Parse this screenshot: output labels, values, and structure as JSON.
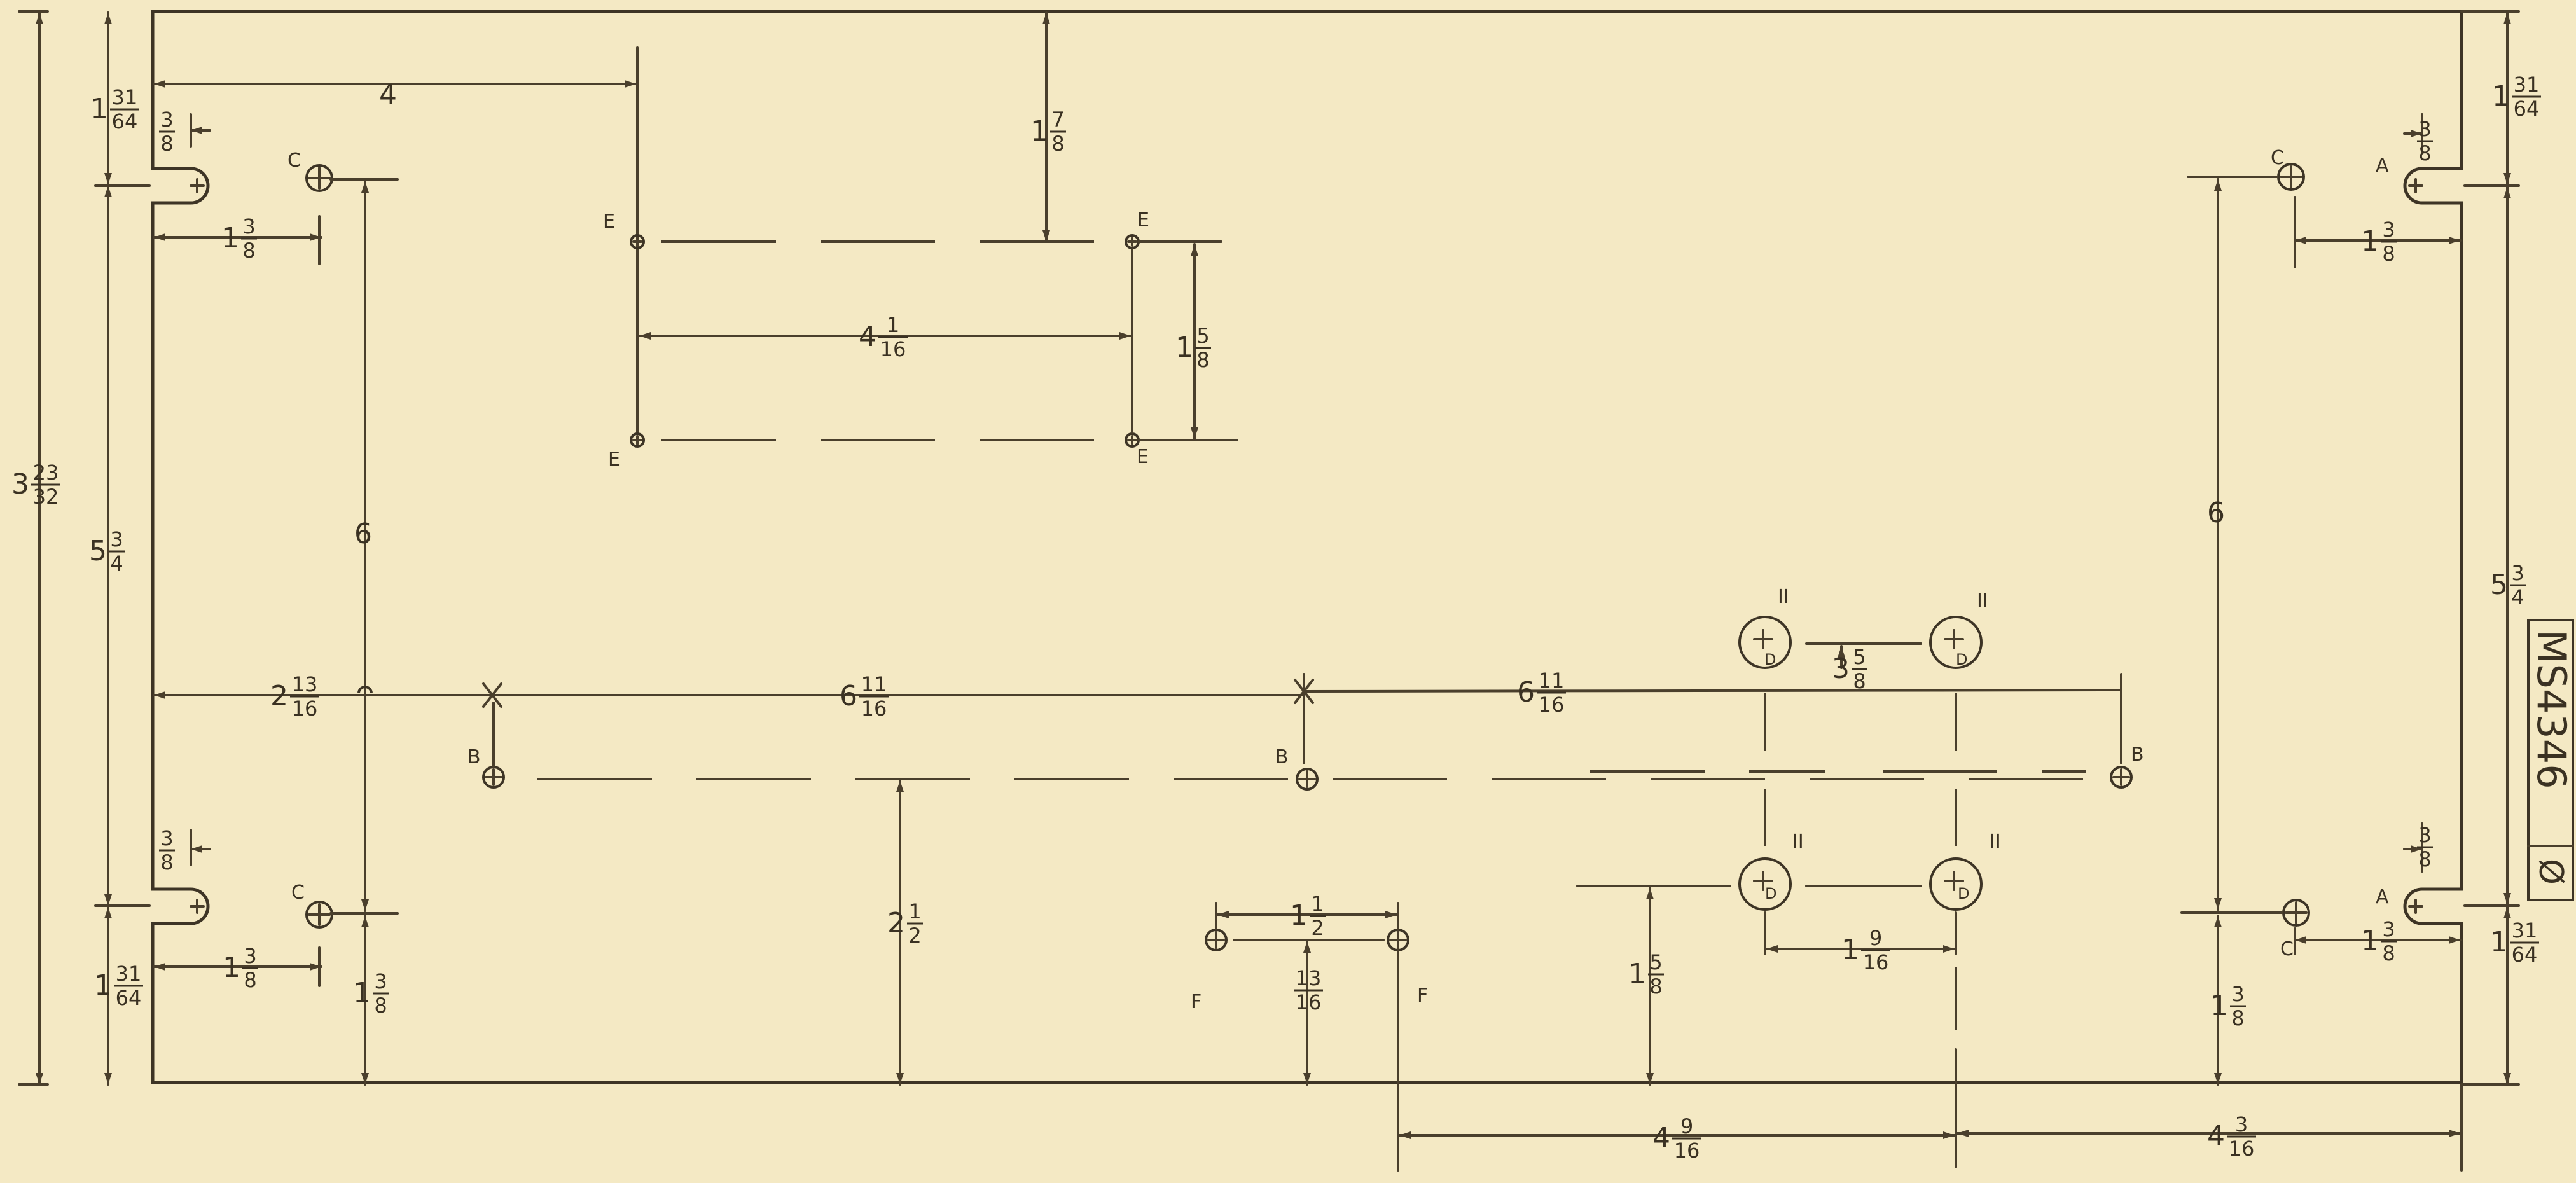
{
  "drawing_number": "MS4346",
  "revision_mark": "Ø",
  "labels": {
    "a": "A",
    "b": "B",
    "c": "C",
    "d": "D",
    "e": "E",
    "f": "F",
    "ii": "II"
  },
  "dimensions": {
    "overall_height": {
      "whole": "3",
      "num": "23",
      "den": "32"
    },
    "left_top_edge": {
      "whole": "1",
      "num": "31",
      "den": "64"
    },
    "left_bottom_edge": {
      "whole": "1",
      "num": "31",
      "den": "64"
    },
    "left_slot_span": {
      "whole": "5",
      "num": "3",
      "den": "4"
    },
    "left_slot_width_top": {
      "whole": "",
      "num": "3",
      "den": "8"
    },
    "left_slot_width_bottom": {
      "whole": "",
      "num": "3",
      "den": "8"
    },
    "left_c_offset_top": {
      "whole": "1",
      "num": "3",
      "den": "8"
    },
    "left_c_offset_bottom": {
      "whole": "1",
      "num": "3",
      "den": "8"
    },
    "left_c_span": {
      "whole": "6",
      "num": "",
      "den": ""
    },
    "left_c_bottom": {
      "whole": "1",
      "num": "3",
      "den": "8"
    },
    "to_e_holes": {
      "whole": "4",
      "num": "",
      "den": ""
    },
    "top_to_e": {
      "whole": "1",
      "num": "7",
      "den": "8"
    },
    "e_horizontal": {
      "whole": "4",
      "num": "1",
      "den": "16"
    },
    "e_vertical": {
      "whole": "1",
      "num": "5",
      "den": "8"
    },
    "to_first_b": {
      "whole": "2",
      "num": "13",
      "den": "16"
    },
    "b_spacing_1": {
      "whole": "6",
      "num": "11",
      "den": "16"
    },
    "b_spacing_2": {
      "whole": "6",
      "num": "11",
      "den": "16"
    },
    "b_to_bottom": {
      "whole": "2",
      "num": "1",
      "den": "2"
    },
    "f_spacing": {
      "whole": "1",
      "num": "1",
      "den": "2"
    },
    "f_to_bottom": {
      "whole": "",
      "num": "13",
      "den": "16"
    },
    "d_vertical": {
      "whole": "3",
      "num": "5",
      "den": "8"
    },
    "d_to_bottom": {
      "whole": "1",
      "num": "5",
      "den": "8"
    },
    "d_horizontal": {
      "whole": "1",
      "num": "9",
      "den": "16"
    },
    "bottom_left_run": {
      "whole": "4",
      "num": "9",
      "den": "16"
    },
    "bottom_right_run": {
      "whole": "4",
      "num": "3",
      "den": "16"
    },
    "right_top_edge": {
      "whole": "1",
      "num": "31",
      "den": "64"
    },
    "right_bottom_edge": {
      "whole": "1",
      "num": "31",
      "den": "64"
    },
    "right_slot_span": {
      "whole": "5",
      "num": "3",
      "den": "4"
    },
    "right_slot_width_top": {
      "whole": "",
      "num": "3",
      "den": "8"
    },
    "right_slot_width_bottom": {
      "whole": "",
      "num": "3",
      "den": "8"
    },
    "right_c_offset_top": {
      "whole": "1",
      "num": "3",
      "den": "8"
    },
    "right_c_offset_bottom": {
      "whole": "1",
      "num": "3",
      "den": "8"
    },
    "right_c_span": {
      "whole": "6",
      "num": "",
      "den": ""
    },
    "right_c_bottom": {
      "whole": "1",
      "num": "3",
      "den": "8"
    }
  }
}
